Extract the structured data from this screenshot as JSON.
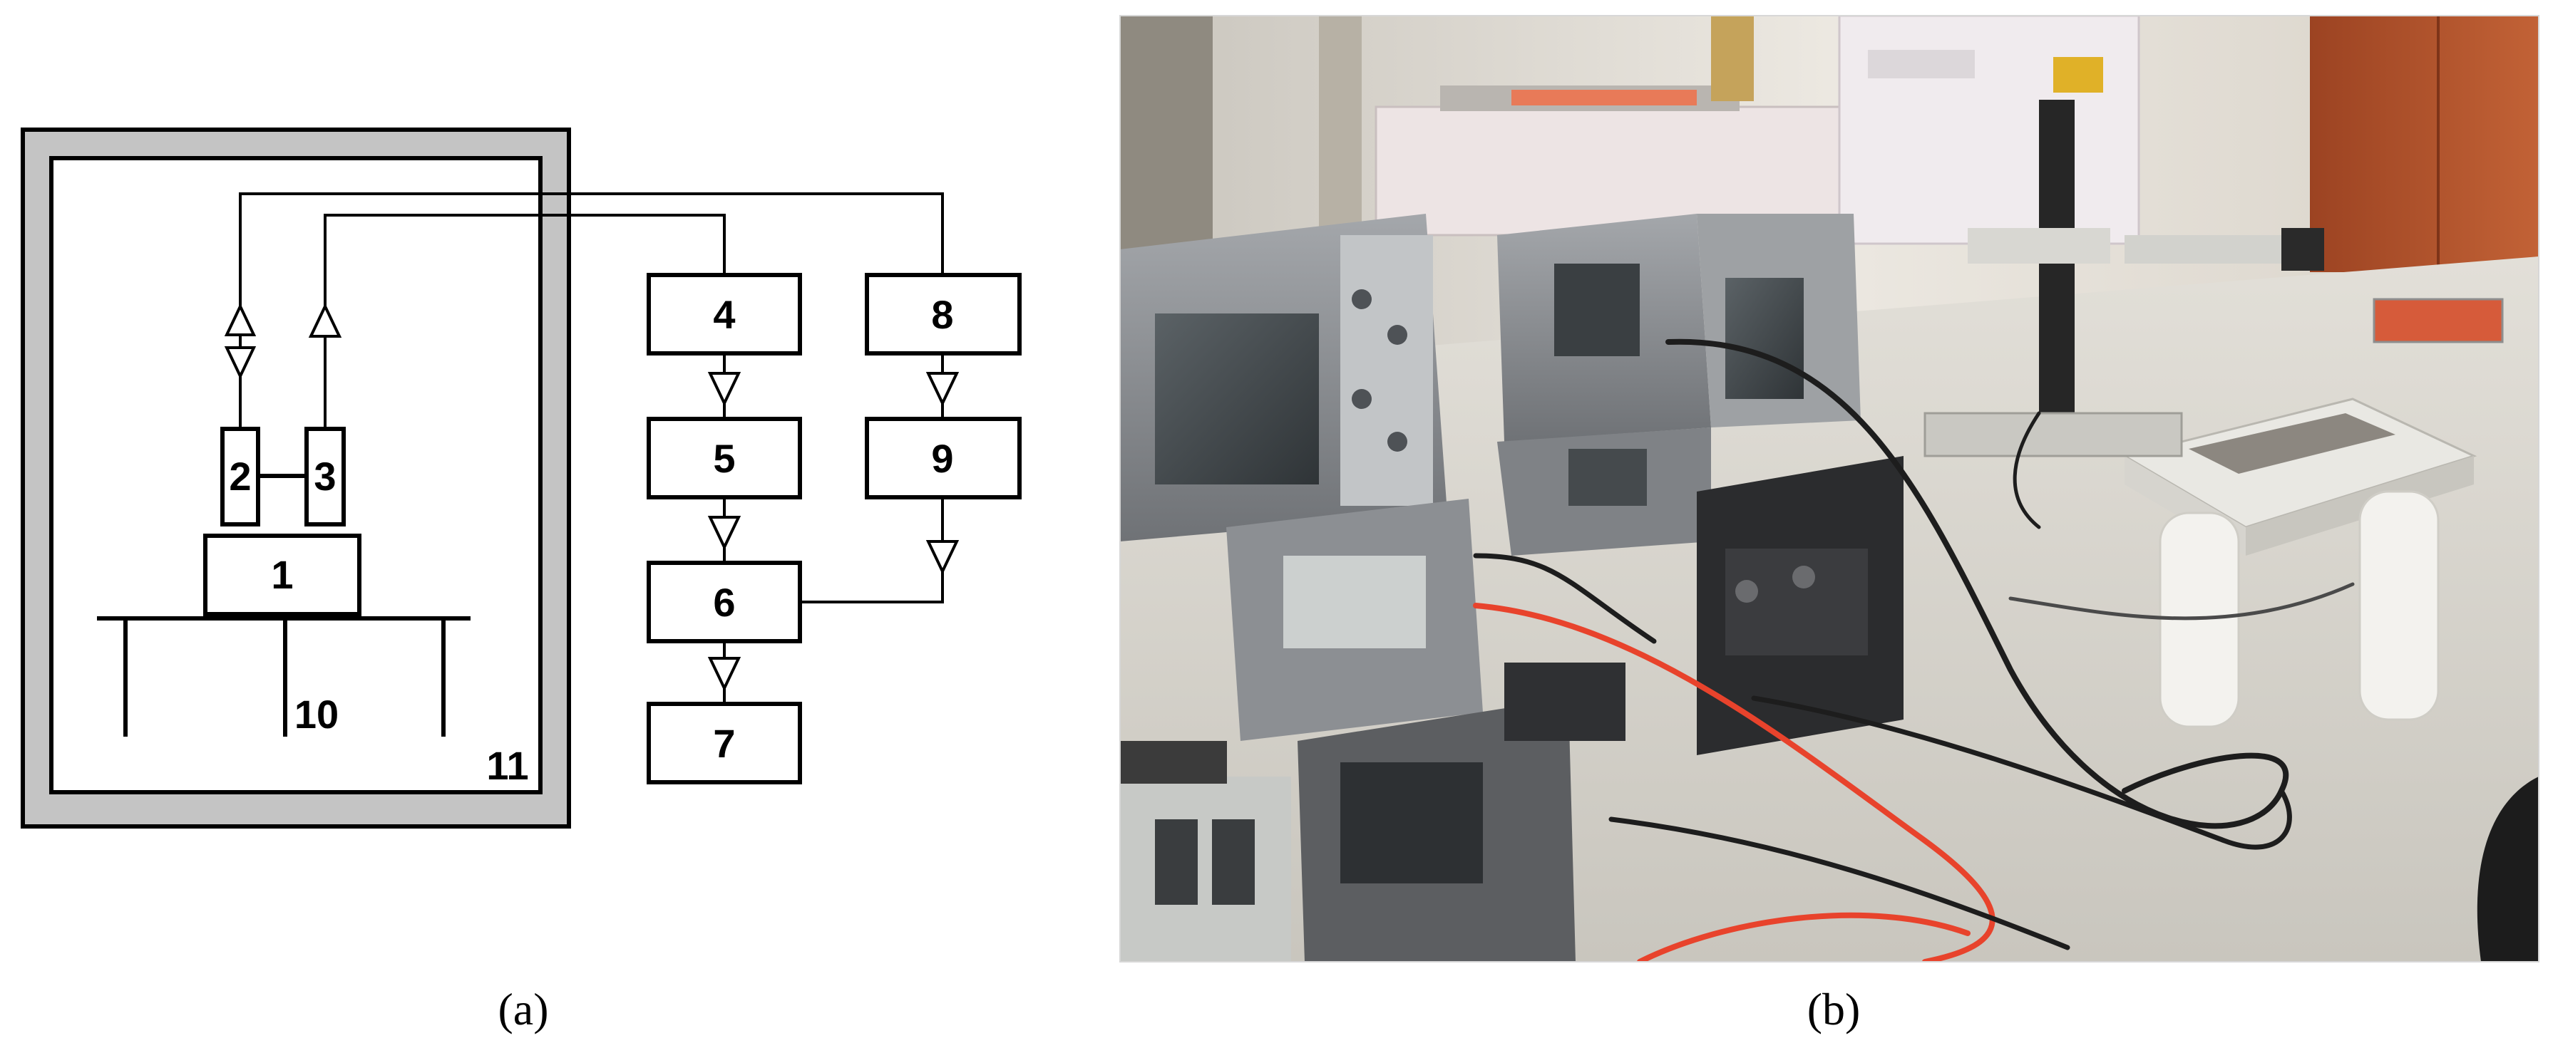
{
  "panel_a": {
    "caption": "(a)",
    "blocks": {
      "b1": "1",
      "b2": "2",
      "b3": "3",
      "b4": "4",
      "b5": "5",
      "b6": "6",
      "b7": "7",
      "b8": "8",
      "b9": "9"
    },
    "labels": {
      "stand": "10",
      "chamber": "11"
    }
  },
  "panel_b": {
    "caption": "(b)"
  },
  "colors": {
    "stroke": "#000000",
    "chamber_wall": "#c4c4c4",
    "photo_wall": "#e6e1d9",
    "photo_wood": "#b0522a",
    "photo_bench": "#d9d6cf",
    "instrument_body": "#8e9195",
    "instrument_panel": "#bfc2c4",
    "cable_red": "#e8432c",
    "cable_black": "#1d1d1d"
  }
}
